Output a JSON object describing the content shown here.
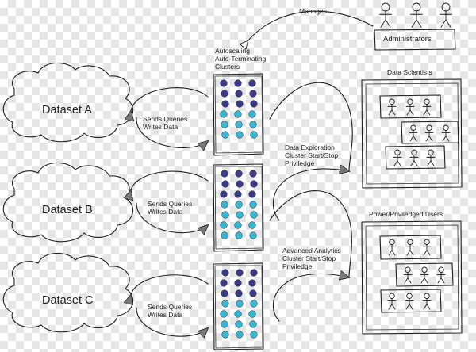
{
  "colors": {
    "dark_node": "#3b3a8a",
    "light_node": "#35b8d6",
    "ink": "#1e1e1e"
  },
  "datasets": [
    {
      "label": "Dataset A"
    },
    {
      "label": "Dataset B"
    },
    {
      "label": "Dataset C"
    }
  ],
  "query_label": {
    "line1": "Sends Queries",
    "line2": "Writes Data"
  },
  "clusters_label": {
    "line1": "Autoscaling",
    "line2": "Auto-Terminating",
    "line3": "Clusters"
  },
  "manages_label": "Manages",
  "administrators_label": "Administrators",
  "data_scientists": {
    "title": "Data Scientists",
    "privilege": {
      "line1": "Data Exploration",
      "line2": "Cluster Start/Stop",
      "line3": "Priviledge"
    }
  },
  "power_users": {
    "title": "Power/Priviledged  Users",
    "privilege": {
      "line1": "Advanced Analytics",
      "line2": "Cluster Start/Stop",
      "line3": "Priviledge"
    }
  }
}
